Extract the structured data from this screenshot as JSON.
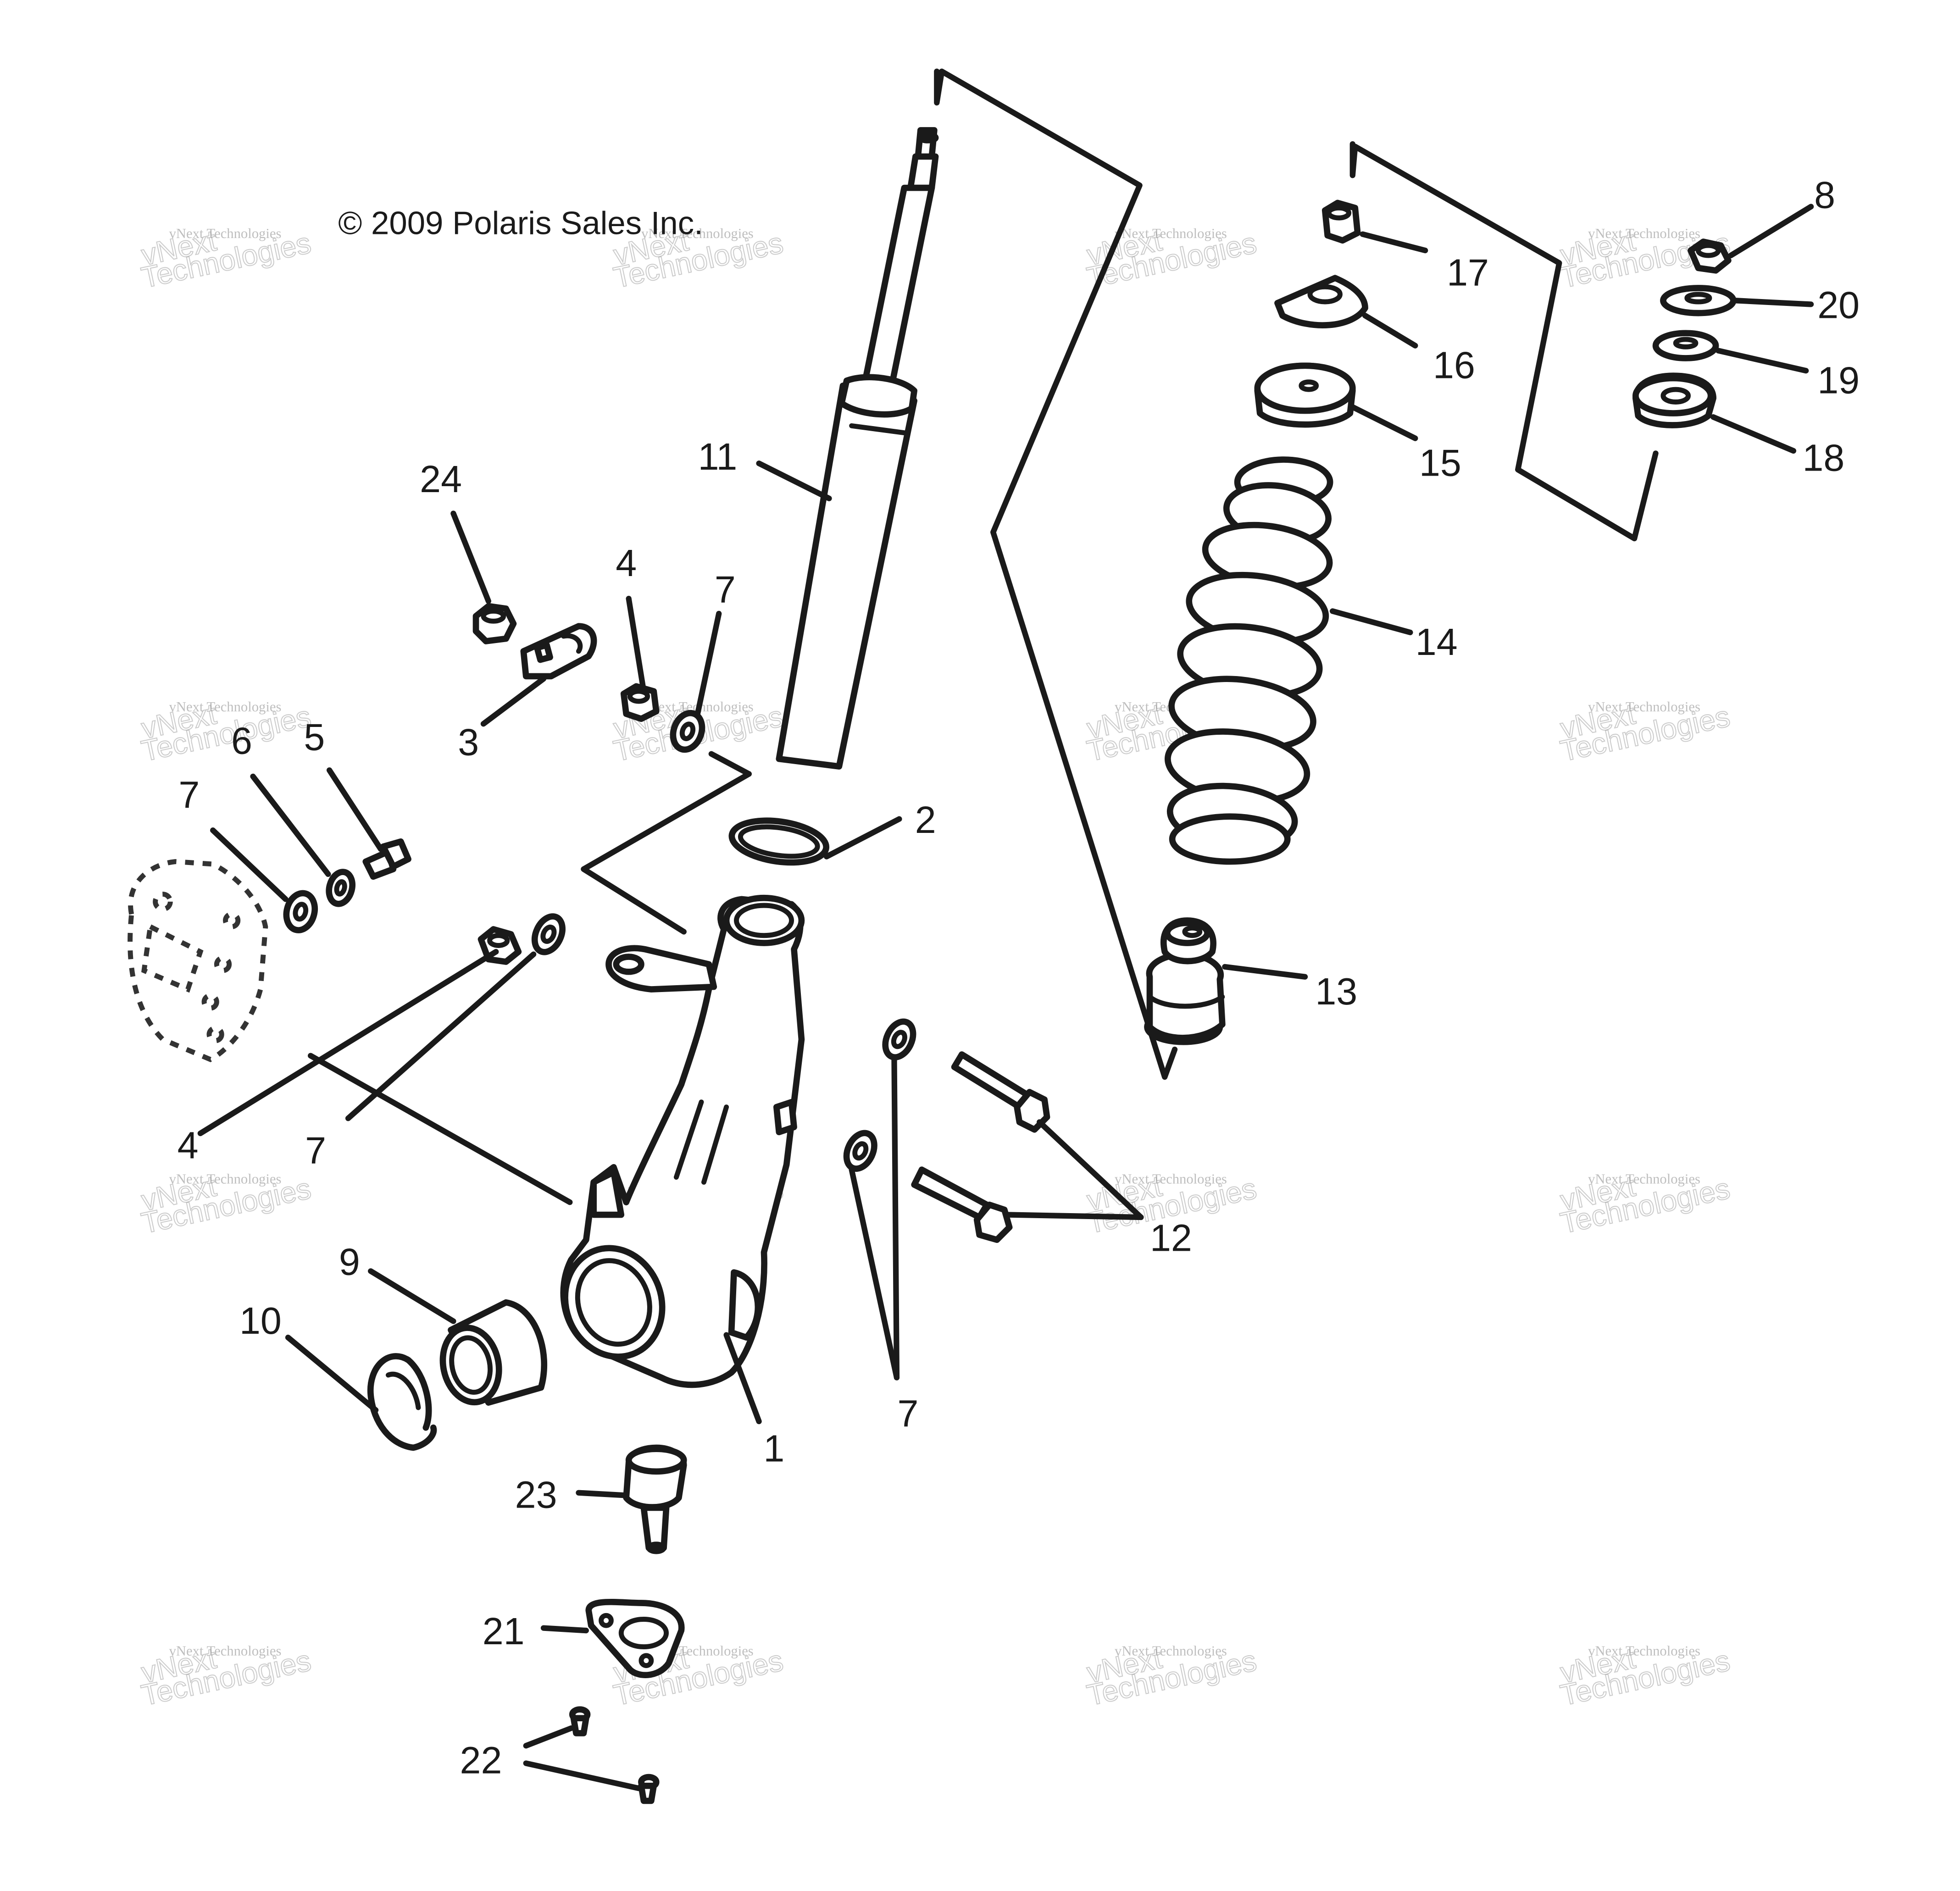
{
  "copyright": "© 2009 Polaris Sales Inc.",
  "watermark": {
    "line1": "vNext Technologies",
    "line2": "vNext",
    "line3": "Technologies"
  },
  "callouts": {
    "c1": "1",
    "c2": "2",
    "c3": "3",
    "c4a": "4",
    "c4b": "4",
    "c5": "5",
    "c6": "6",
    "c7a": "7",
    "c7b": "7",
    "c7c": "7",
    "c7d": "7",
    "c8": "8",
    "c9": "9",
    "c10": "10",
    "c11": "11",
    "c12": "12",
    "c13": "13",
    "c14": "14",
    "c15": "15",
    "c16": "16",
    "c17": "17",
    "c18": "18",
    "c19": "19",
    "c20": "20",
    "c21": "21",
    "c22": "22",
    "c23": "23",
    "c24": "24"
  }
}
